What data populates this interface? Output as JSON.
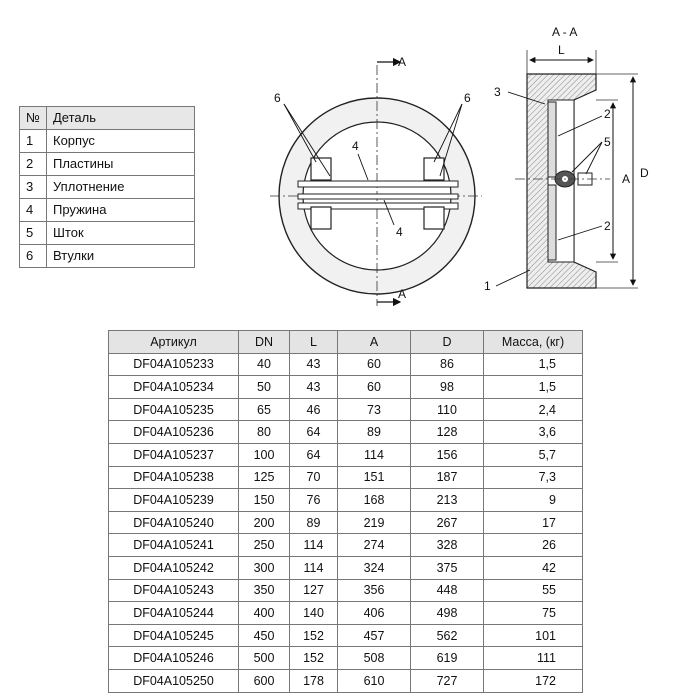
{
  "parts_table": {
    "header": {
      "num": "№",
      "name": "Деталь"
    },
    "rows": [
      {
        "num": "1",
        "name": "Корпус"
      },
      {
        "num": "2",
        "name": "Пластины"
      },
      {
        "num": "3",
        "name": "Уплотнение"
      },
      {
        "num": "4",
        "name": "Пружина"
      },
      {
        "num": "5",
        "name": "Шток"
      },
      {
        "num": "6",
        "name": "Втулки"
      }
    ]
  },
  "front_view": {
    "section_mark_top": "A",
    "section_mark_bottom": "A",
    "callouts": {
      "bushings_left": "6",
      "bushings_right": "6",
      "spring_top": "4",
      "spring_bottom": "4"
    }
  },
  "section_view": {
    "title": "A - A",
    "dims": {
      "length": "L",
      "inner": "A",
      "outer": "D"
    },
    "callouts": {
      "body": "1",
      "plates_top": "2",
      "plates_bottom": "2",
      "seal": "3",
      "stem": "5"
    }
  },
  "spec_table": {
    "headers": [
      "Артикул",
      "DN",
      "L",
      "A",
      "D",
      "Масса, (кг)"
    ],
    "rows": [
      [
        "DF04A105233",
        "40",
        "43",
        "60",
        "86",
        "1,5"
      ],
      [
        "DF04A105234",
        "50",
        "43",
        "60",
        "98",
        "1,5"
      ],
      [
        "DF04A105235",
        "65",
        "46",
        "73",
        "110",
        "2,4"
      ],
      [
        "DF04A105236",
        "80",
        "64",
        "89",
        "128",
        "3,6"
      ],
      [
        "DF04A105237",
        "100",
        "64",
        "114",
        "156",
        "5,7"
      ],
      [
        "DF04A105238",
        "125",
        "70",
        "151",
        "187",
        "7,3"
      ],
      [
        "DF04A105239",
        "150",
        "76",
        "168",
        "213",
        "9"
      ],
      [
        "DF04A105240",
        "200",
        "89",
        "219",
        "267",
        "17"
      ],
      [
        "DF04A105241",
        "250",
        "114",
        "274",
        "328",
        "26"
      ],
      [
        "DF04A105242",
        "300",
        "114",
        "324",
        "375",
        "42"
      ],
      [
        "DF04A105243",
        "350",
        "127",
        "356",
        "448",
        "55"
      ],
      [
        "DF04A105244",
        "400",
        "140",
        "406",
        "498",
        "75"
      ],
      [
        "DF04A105245",
        "450",
        "152",
        "457",
        "562",
        "101"
      ],
      [
        "DF04A105246",
        "500",
        "152",
        "508",
        "619",
        "111"
      ],
      [
        "DF04A105250",
        "600",
        "178",
        "610",
        "727",
        "172"
      ]
    ]
  }
}
